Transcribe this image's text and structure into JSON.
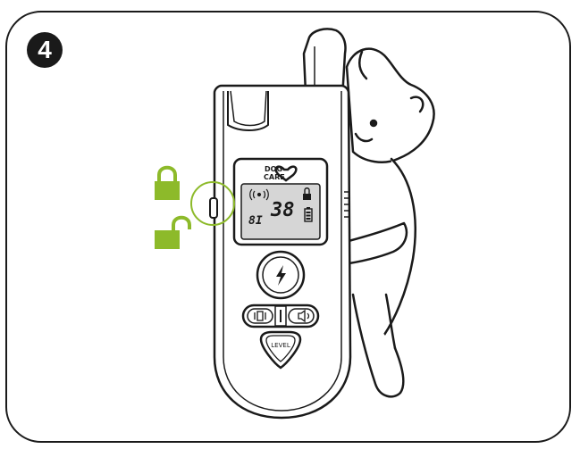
{
  "step": {
    "number": "4"
  },
  "device": {
    "brand_line1": "DOG",
    "brand_line2": "CARE",
    "lcd_level": "38",
    "lcd_mode": "8I",
    "level_button_label": "LEVEL"
  },
  "icons": {
    "locked": "padlock-closed-icon",
    "unlocked": "padlock-open-icon",
    "shock": "lightning-icon",
    "vibrate": "vibration-icon",
    "sound": "speaker-icon",
    "battery": "battery-icon",
    "signal": "signal-waves-icon",
    "heart": "heart-logo-icon"
  },
  "colors": {
    "accent": "#8dba2a",
    "line": "#1a1a1a",
    "lcd": "#d6d6d6"
  }
}
